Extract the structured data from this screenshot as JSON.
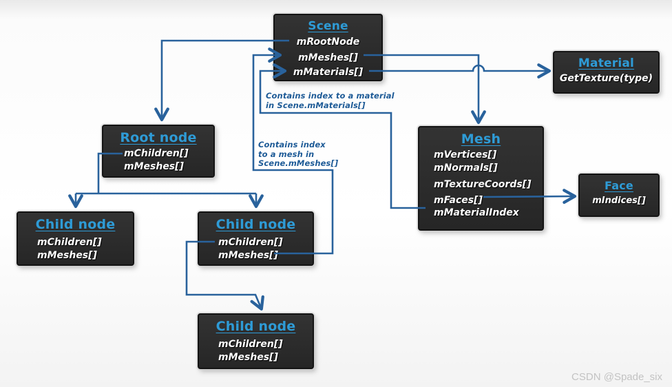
{
  "nodes": [
    {
      "id": "scene",
      "title": "Scene",
      "members": [
        "mRootNode",
        "mMeshes[]",
        "mMaterials[]"
      ]
    },
    {
      "id": "material",
      "title": "Material",
      "members": [
        "GetTexture(type)"
      ]
    },
    {
      "id": "root-node",
      "title": "Root node",
      "members": [
        "mChildren[]",
        "mMeshes[]"
      ]
    },
    {
      "id": "mesh",
      "title": "Mesh",
      "members": [
        "mVertices[]",
        "mNormals[]",
        "mTextureCoords[]",
        "mFaces[]",
        "mMaterialIndex"
      ]
    },
    {
      "id": "face",
      "title": "Face",
      "members": [
        "mIndices[]"
      ]
    },
    {
      "id": "child-node-left",
      "title": "Child node",
      "members": [
        "mChildren[]",
        "mMeshes[]"
      ]
    },
    {
      "id": "child-node-middle",
      "title": "Child node",
      "members": [
        "mChildren[]",
        "mMeshes[]"
      ]
    },
    {
      "id": "child-node-bottom",
      "title": "Child node",
      "members": [
        "mChildren[]",
        "mMeshes[]"
      ]
    }
  ],
  "annotations": [
    {
      "id": "material-index-note",
      "lines": [
        "Contains index to a material",
        "in Scene.mMaterials[]"
      ]
    },
    {
      "id": "mesh-index-note",
      "lines": [
        "Contains index",
        "to a mesh in",
        "Scene.mMeshes[]"
      ]
    }
  ],
  "watermark": "CSDN @Spade_six",
  "colors": {
    "node_background": "#2b2b2b",
    "title_blue": "#2e9bd6",
    "connector_blue": "#29629c",
    "annotation_blue": "#1e5b97",
    "member_text": "#ffffff",
    "watermark_gray": "#c3c3c3"
  }
}
